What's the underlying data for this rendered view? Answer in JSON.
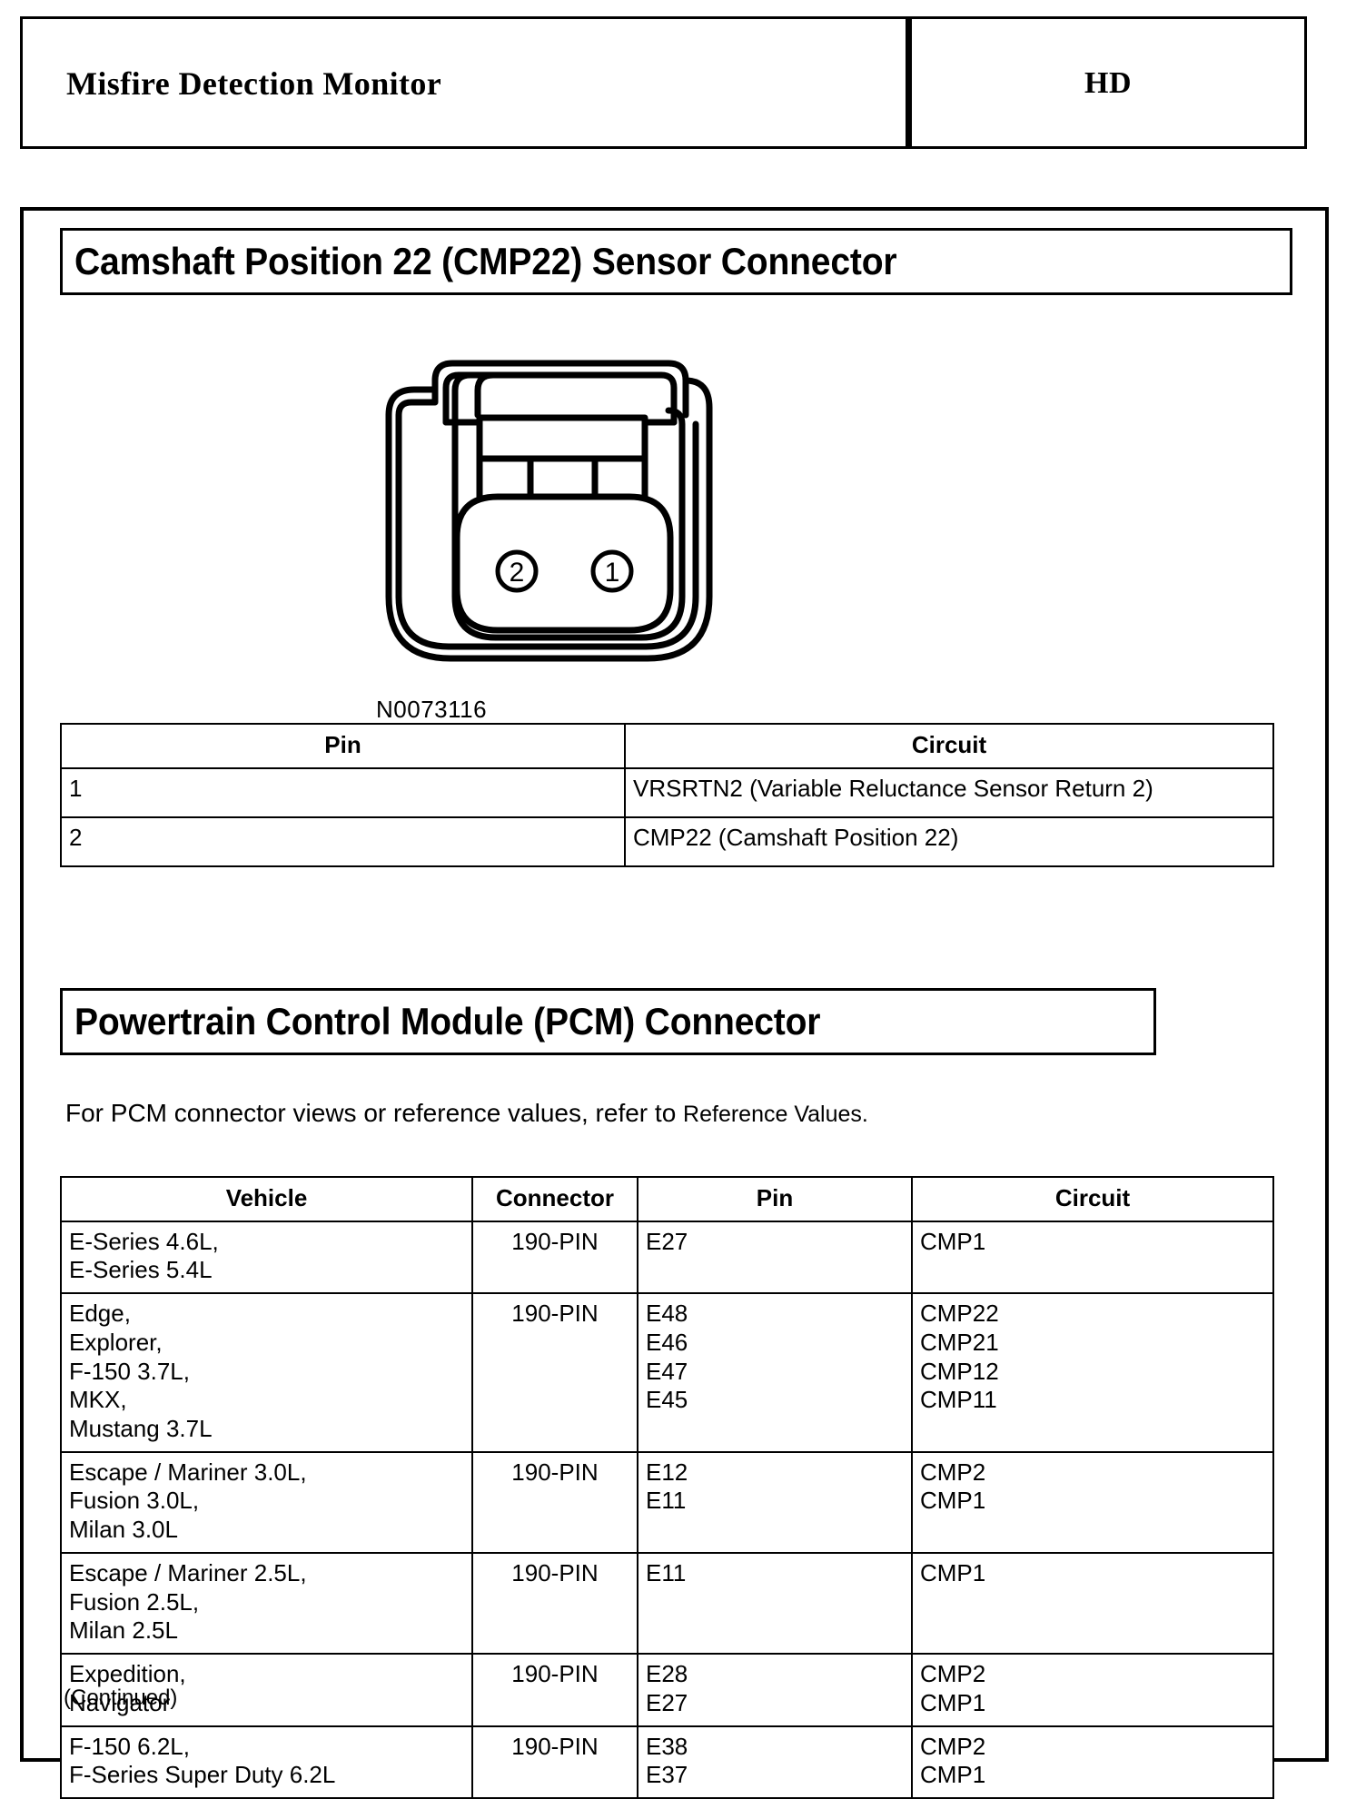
{
  "header": {
    "title": "Misfire Detection Monitor",
    "code": "HD"
  },
  "sections": {
    "cmp_title": "Camshaft Position 22 (CMP22) Sensor Connector",
    "pcm_title": "Powertrain Control Module (PCM) Connector"
  },
  "connector_figure": {
    "part_number": "N0073116",
    "pin_labels": [
      "2",
      "1"
    ]
  },
  "pin_table": {
    "columns": [
      "Pin",
      "Circuit"
    ],
    "rows": [
      {
        "pin": "1",
        "circuit": "VRSRTN2 (Variable Reluctance Sensor Return 2)"
      },
      {
        "pin": "2",
        "circuit": "CMP22 (Camshaft Position 22)"
      }
    ]
  },
  "pcm_intro": {
    "lead": "For PCM connector views or reference values, refer to ",
    "reference": "Reference Values",
    "period": "."
  },
  "pcm_table": {
    "columns": [
      "Vehicle",
      "Connector",
      "Pin",
      "Circuit"
    ],
    "rows": [
      {
        "vehicle": "E-Series 4.6L,\nE-Series 5.4L",
        "connector": "190-PIN",
        "pin": "E27",
        "circuit": "CMP1"
      },
      {
        "vehicle": "Edge,\nExplorer,\nF-150 3.7L,\nMKX,\nMustang 3.7L",
        "connector": "190-PIN",
        "pin": "E48\nE46\nE47\nE45",
        "circuit": "CMP22\nCMP21\nCMP12\nCMP11"
      },
      {
        "vehicle": "Escape / Mariner 3.0L,\nFusion 3.0L,\nMilan 3.0L",
        "connector": "190-PIN",
        "pin": "E12\nE11",
        "circuit": "CMP2\nCMP1"
      },
      {
        "vehicle": "Escape / Mariner 2.5L,\nFusion 2.5L,\nMilan 2.5L",
        "connector": "190-PIN",
        "pin": "E11",
        "circuit": "CMP1"
      },
      {
        "vehicle": "Expedition,\nNavigator",
        "connector": "190-PIN",
        "pin": "E28\nE27",
        "circuit": "CMP2\nCMP1"
      },
      {
        "vehicle": "F-150 6.2L,\nF-Series Super Duty 6.2L",
        "connector": "190-PIN",
        "pin": "E38\nE37",
        "circuit": "CMP2\nCMP1"
      }
    ],
    "footnote": "(Continued)"
  }
}
